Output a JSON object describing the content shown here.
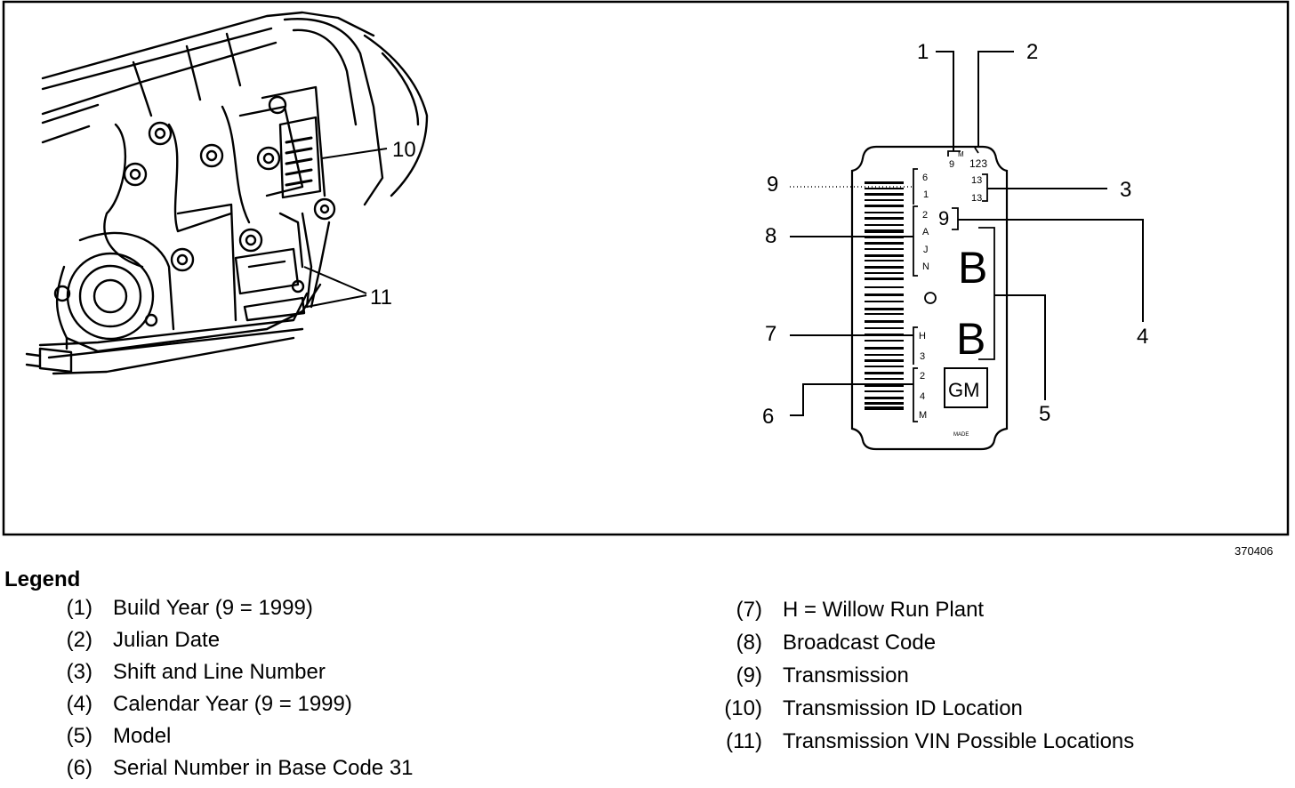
{
  "figure_number": "370406",
  "transmission_callouts": {
    "id_location": "10",
    "vin_locations": "11"
  },
  "label_callouts": {
    "build_year": "1",
    "julian_date": "2",
    "shift_line": "3",
    "calendar_year": "4",
    "model": "5",
    "serial_number": "6",
    "plant": "7",
    "broadcast_code": "8",
    "transmission": "9"
  },
  "id_label": {
    "build_year_digit": "9",
    "julian_date_digits": "123",
    "shift_1": "13",
    "shift_2": "13",
    "calendar_year_digit": "9",
    "model_letter_1": "B",
    "model_letter_2": "B",
    "logo": "GM",
    "broadcast_chars": [
      "6",
      "1",
      "2",
      "A",
      "J",
      "N"
    ],
    "serial_chars": [
      "H",
      "3",
      "2",
      "4",
      "M"
    ],
    "small_m": "M",
    "footer_mark": "MADE"
  },
  "legend": {
    "title": "Legend",
    "items": [
      {
        "num": "(1)",
        "text": "Build Year (9 = 1999)"
      },
      {
        "num": "(2)",
        "text": "Julian Date"
      },
      {
        "num": "(3)",
        "text": "Shift and Line Number"
      },
      {
        "num": "(4)",
        "text": "Calendar Year (9 = 1999)"
      },
      {
        "num": "(5)",
        "text": "Model"
      },
      {
        "num": "(6)",
        "text": "Serial Number in Base Code 31"
      },
      {
        "num": "(7)",
        "text": "H = Willow Run Plant"
      },
      {
        "num": "(8)",
        "text": "Broadcast Code"
      },
      {
        "num": "(9)",
        "text": "Transmission"
      },
      {
        "num": "(10)",
        "text": "Transmission ID Location"
      },
      {
        "num": "(11)",
        "text": "Transmission VIN Possible Locations"
      }
    ]
  }
}
